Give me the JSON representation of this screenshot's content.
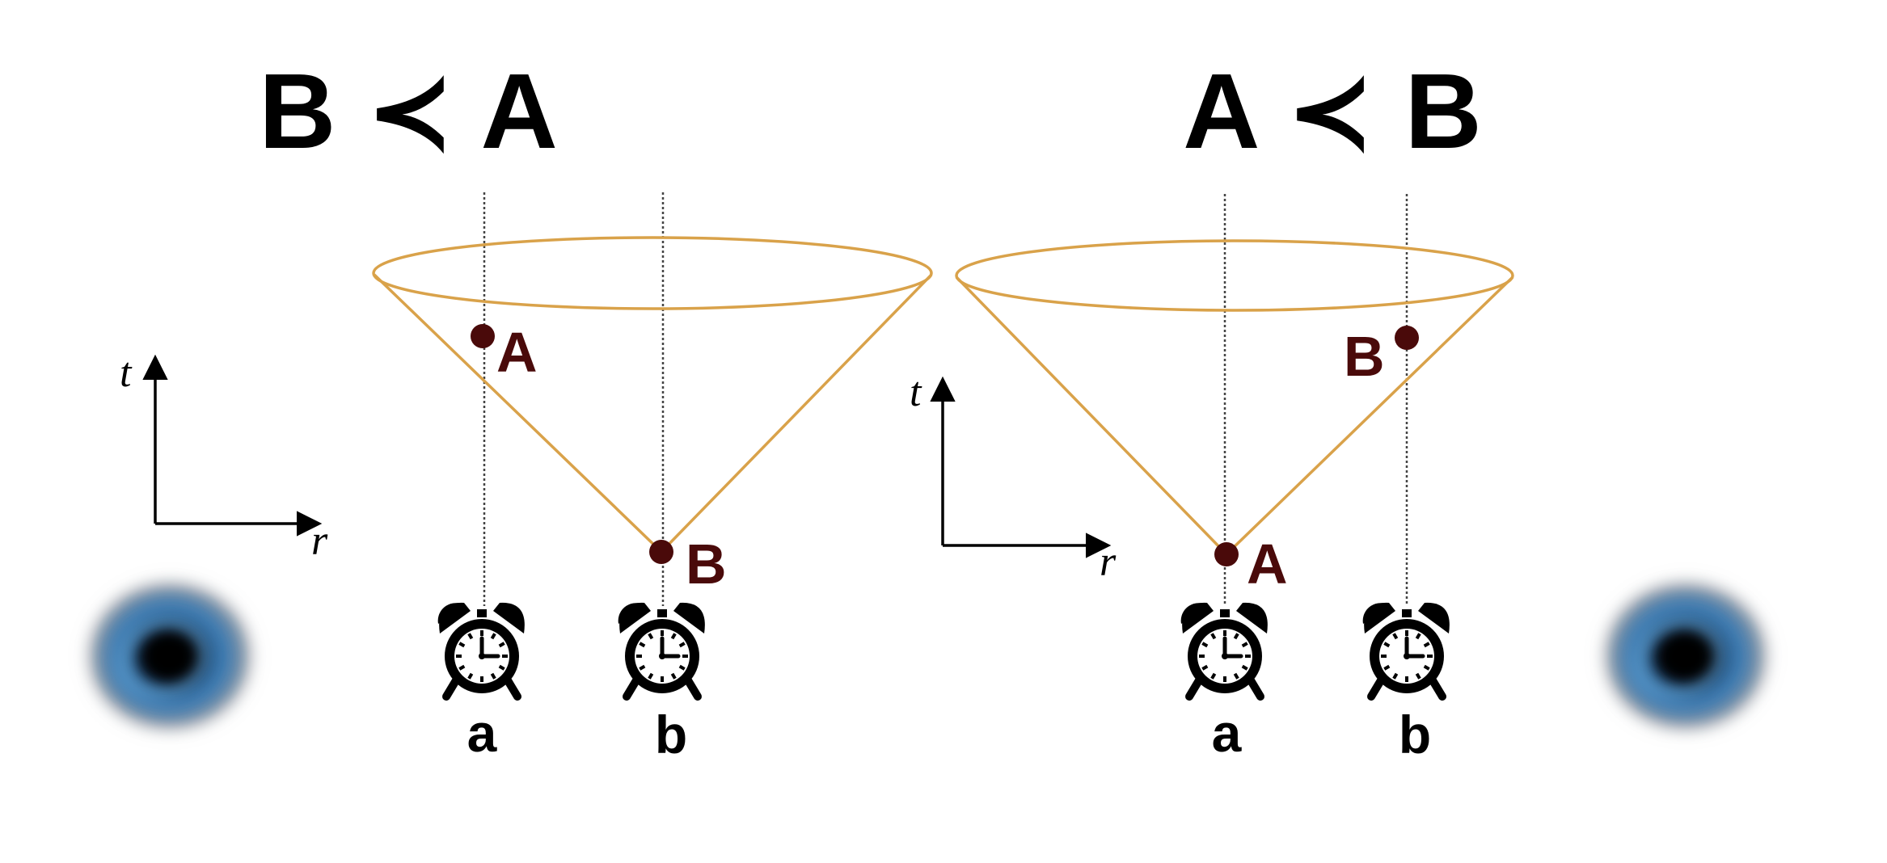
{
  "colors": {
    "cone": "#D9A24A",
    "event": "#4A0A0A",
    "worldline": "#444444",
    "ink": "#000000"
  },
  "panels": [
    {
      "title": "B ≺ A",
      "axes": {
        "t_label": "t",
        "r_label": "r"
      },
      "events": [
        {
          "label": "A"
        },
        {
          "label": "B"
        }
      ],
      "clocks": [
        {
          "label": "a",
          "icon": "alarm-clock-icon"
        },
        {
          "label": "b",
          "icon": "alarm-clock-icon"
        }
      ],
      "black_hole": {
        "icon": "black-hole-icon"
      }
    },
    {
      "title": "A ≺ B",
      "axes": {
        "t_label": "t",
        "r_label": "r"
      },
      "events": [
        {
          "label": "A"
        },
        {
          "label": "B"
        }
      ],
      "clocks": [
        {
          "label": "a",
          "icon": "alarm-clock-icon"
        },
        {
          "label": "b",
          "icon": "alarm-clock-icon"
        }
      ],
      "black_hole": {
        "icon": "black-hole-icon"
      }
    }
  ]
}
